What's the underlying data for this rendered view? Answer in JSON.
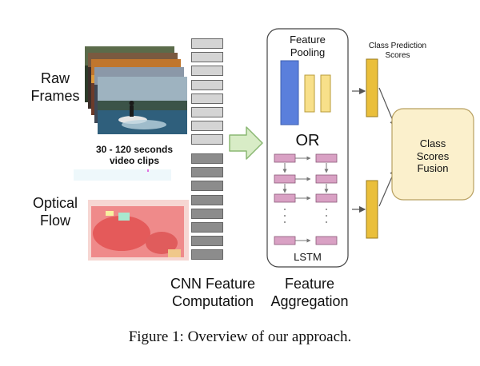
{
  "labels": {
    "raw_frames": [
      "Raw",
      "Frames"
    ],
    "clip_caption": [
      "30 - 120 seconds",
      "video clips"
    ],
    "optical_flow": [
      "Optical",
      "Flow"
    ],
    "cnn": [
      "CNN Feature",
      "Computation"
    ],
    "aggregation": [
      "Feature",
      "Aggregation"
    ],
    "feature_pooling": [
      "Feature",
      "Pooling"
    ],
    "or": "OR",
    "lstm": "LSTM",
    "class_prediction": [
      "Class Prediction",
      "Scores"
    ],
    "fusion": [
      "Class",
      "Scores",
      "Fusion"
    ],
    "caption": "Figure 1: Overview of our approach."
  },
  "colors": {
    "feature_block_light": "#d4d4d4",
    "feature_block_dark": "#8c8c8c",
    "pooling_blue": "#5a7fdc",
    "pooling_yellow": "#f8e08a",
    "score_yellow": "#eabf3b",
    "lstm_pink": "#d9a1c4",
    "fusion_fill": "#fbf0cc",
    "arrow_green_fill": "#d8ecc6",
    "arrow_green_stroke": "#8bb874"
  },
  "icons": {
    "frames": "raw-video-frames-image",
    "flow": "optical-flow-image"
  }
}
